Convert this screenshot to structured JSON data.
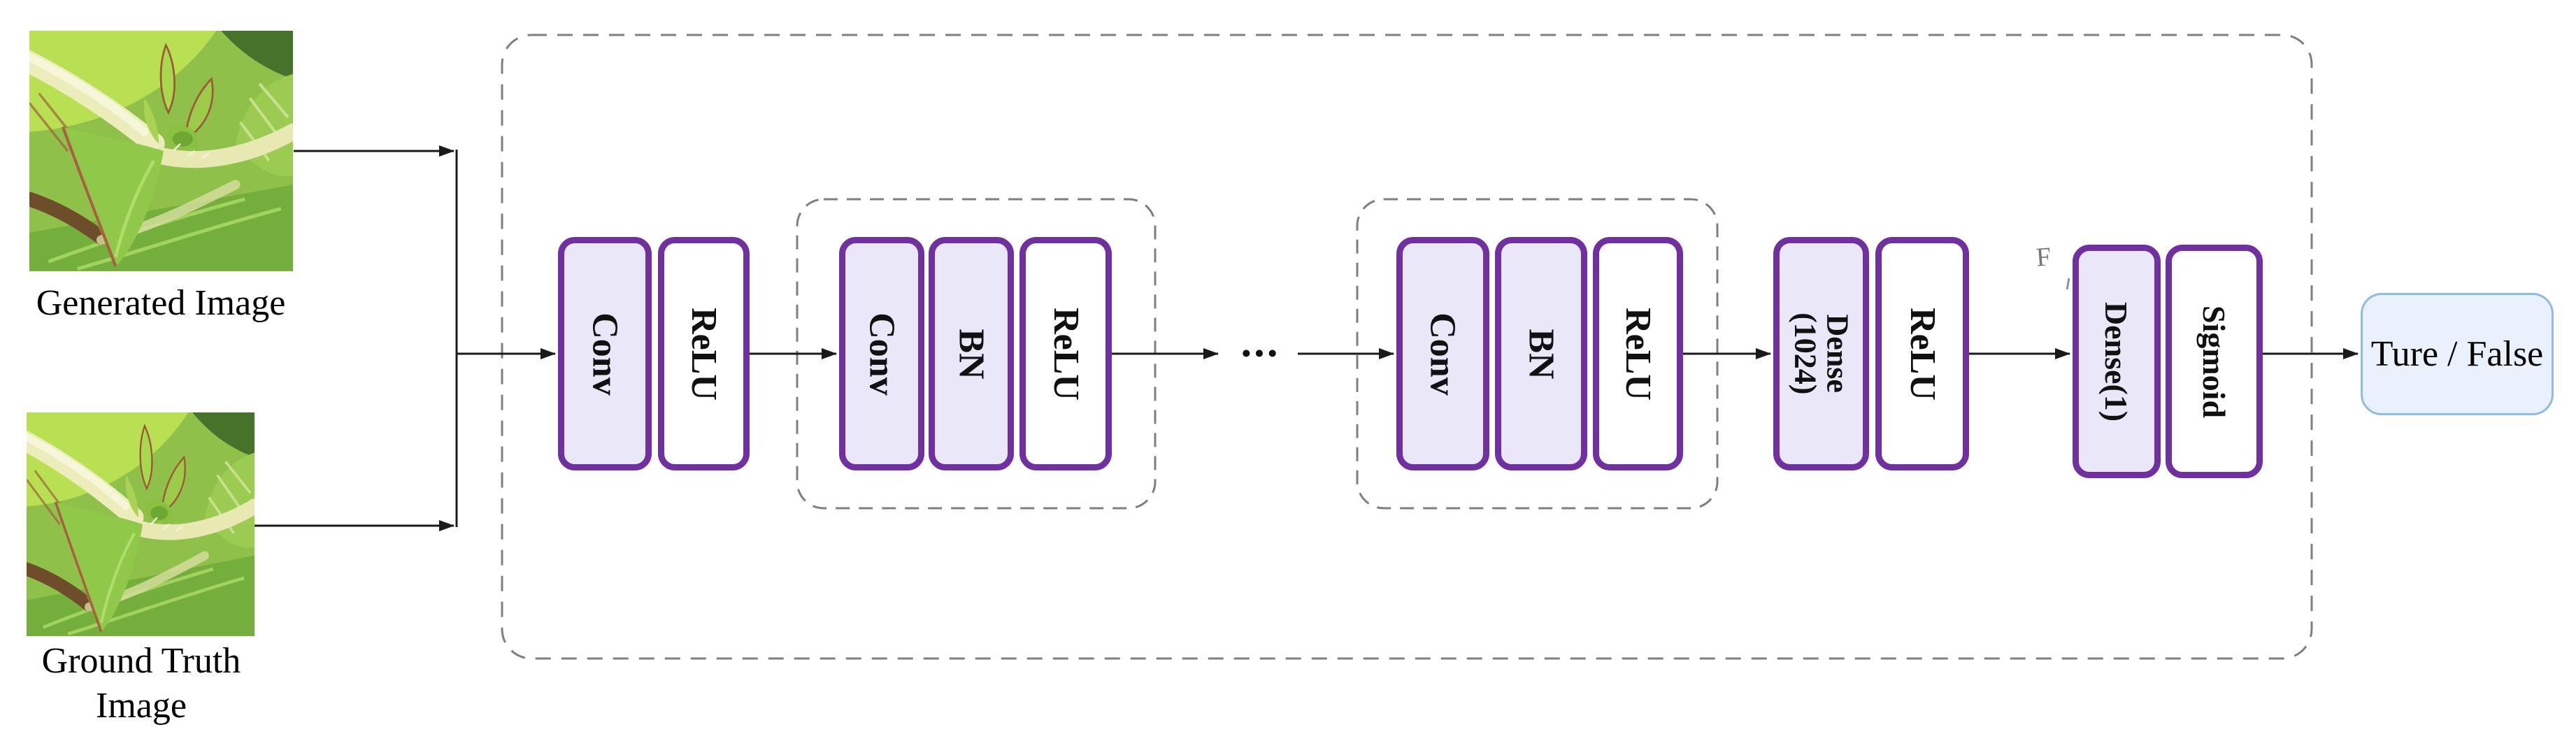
{
  "colors": {
    "block-border": "#7030A0",
    "block-fill": "#E9E7F8",
    "block-fill-alt": "#FFFFFF",
    "dash-gray": "#7F7F7F",
    "arrow-ink": "#1A1A1A",
    "output-border": "#8FBBE8",
    "output-fill": "#E9F1FC",
    "text-ink": "#0D0D0D"
  },
  "inputs": {
    "generated_image_label": "Generated Image",
    "ground_truth_image_label": "Ground Truth Image"
  },
  "discriminator": {
    "entry": {
      "conv": "Conv",
      "relu": "ReLU"
    },
    "conv_block_1": {
      "conv": "Conv",
      "bn": "BN",
      "relu": "ReLU"
    },
    "ellipsis": "···",
    "conv_block_2": {
      "conv": "Conv",
      "bn": "BN",
      "relu": "ReLU"
    },
    "dense_stage": {
      "dense": "Dense (1024)",
      "relu": "ReLU"
    },
    "head": {
      "dense": "Dense(1)",
      "sigmoid": "Sigmoid"
    },
    "stray_mark": "F"
  },
  "output": {
    "label": "Ture / False"
  }
}
